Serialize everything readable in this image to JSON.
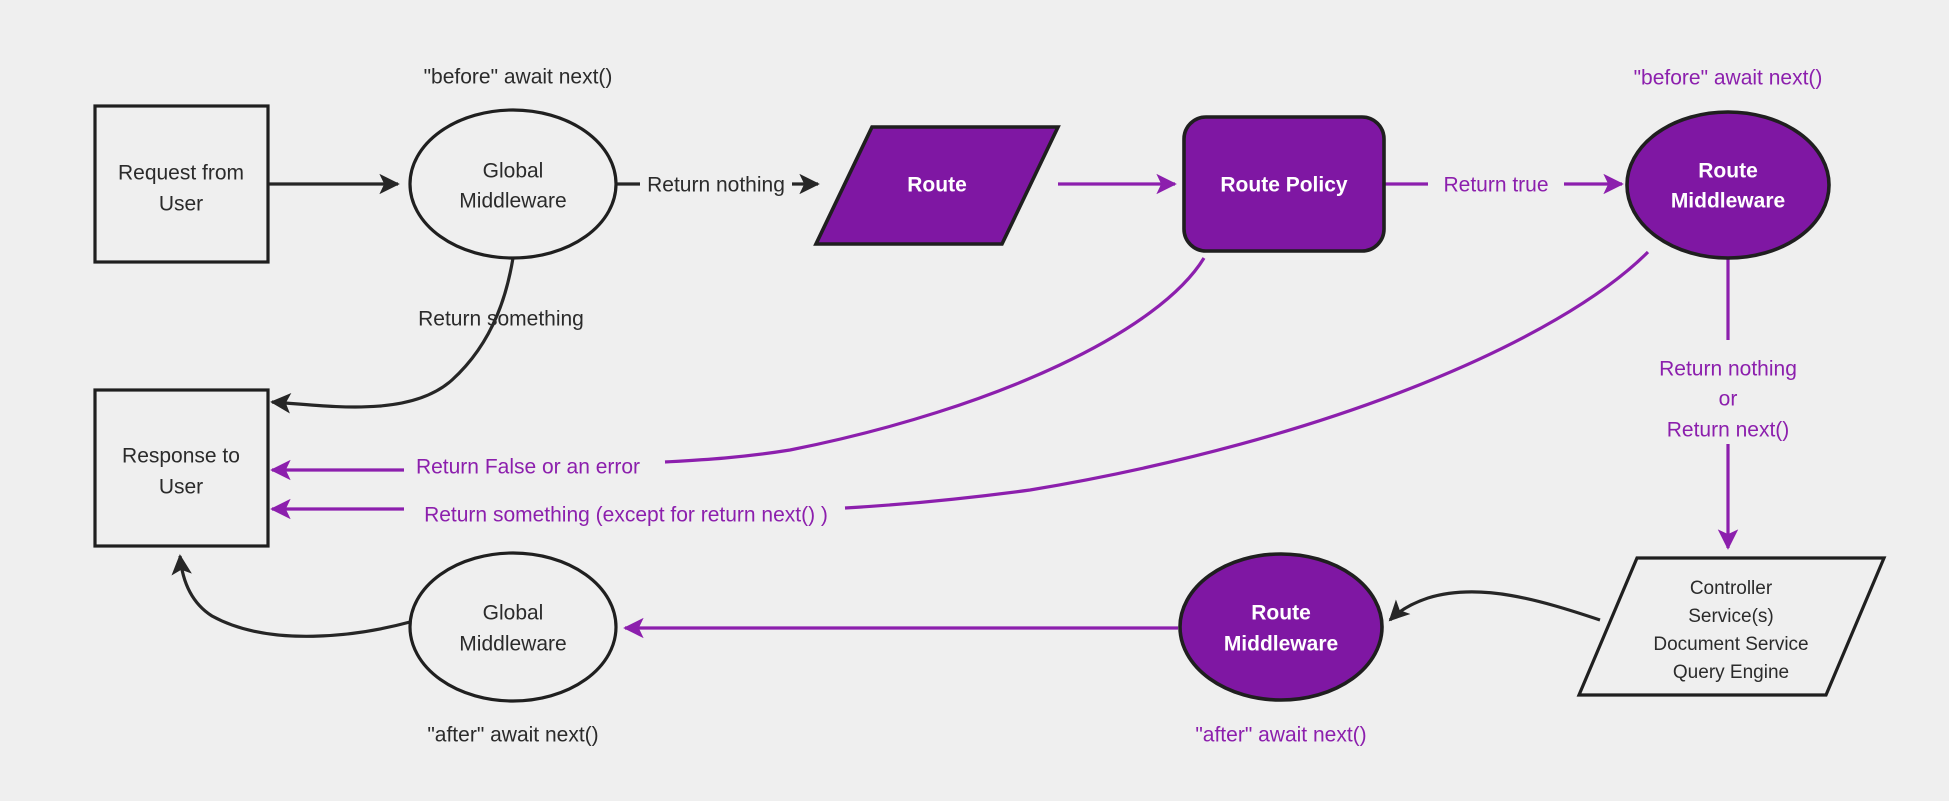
{
  "diagram": {
    "title": "Middleware request lifecycle flowchart",
    "background_color": "#efefef",
    "accent_purple": "#7f17a3",
    "line_purple": "#8c1fad",
    "line_dark": "#262626"
  },
  "nodes": {
    "request_from_user": {
      "line1": "Request from",
      "line2": "User",
      "shape": "rectangle",
      "style": "outline"
    },
    "global_middleware_top": {
      "line1": "Global",
      "line2": "Middleware",
      "shape": "ellipse",
      "style": "outline"
    },
    "route": {
      "label": "Route",
      "shape": "parallelogram",
      "style": "filled-purple"
    },
    "route_policy": {
      "label": "Route Policy",
      "shape": "rounded-rectangle",
      "style": "filled-purple"
    },
    "route_middleware_top": {
      "line1": "Route",
      "line2": "Middleware",
      "shape": "ellipse",
      "style": "filled-purple"
    },
    "response_to_user": {
      "line1": "Response to",
      "line2": "User",
      "shape": "rectangle",
      "style": "outline"
    },
    "global_middleware_bottom": {
      "line1": "Global",
      "line2": "Middleware",
      "shape": "ellipse",
      "style": "outline"
    },
    "route_middleware_bottom": {
      "line1": "Route",
      "line2": "Middleware",
      "shape": "ellipse",
      "style": "filled-purple"
    },
    "controller_stack": {
      "lines": [
        "Controller",
        "Service(s)",
        "Document Service",
        "Query Engine"
      ],
      "shape": "parallelogram",
      "style": "outline"
    }
  },
  "annotations": {
    "before_await_next_global": "\"before\" await next()",
    "before_await_next_route": "\"before\" await next()",
    "after_await_next_global": "\"after\" await next()",
    "after_await_next_route": "\"after\" await next()"
  },
  "edge_labels": {
    "return_nothing_top": "Return nothing",
    "return_something_global": "Return something",
    "return_true": "Return true",
    "return_false_or_error": "Return False or an error",
    "return_something_except_next": "Return something (except for return next() )",
    "return_nothing_mw": "Return nothing",
    "or": "or",
    "return_next_mw": "Return next()"
  }
}
